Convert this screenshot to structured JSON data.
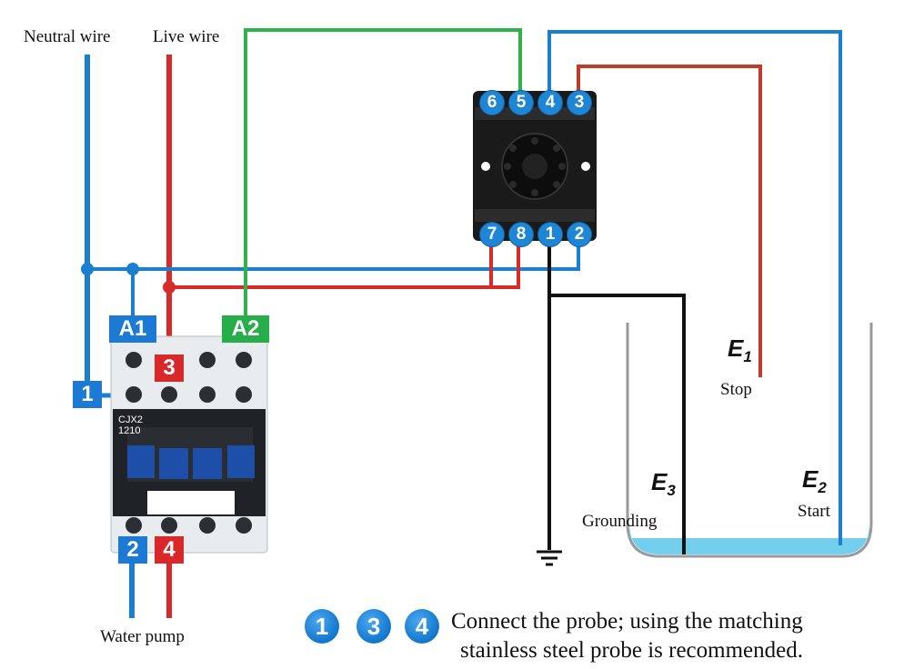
{
  "labels": {
    "neutral_wire": "Neutral wire",
    "live_wire": "Live wire",
    "water_pump": "Water pump",
    "stop": "Stop",
    "start": "Start",
    "grounding": "Grounding"
  },
  "probes": {
    "e1": {
      "letter": "E",
      "sub": "1"
    },
    "e2": {
      "letter": "E",
      "sub": "2"
    },
    "e3": {
      "letter": "E",
      "sub": "3"
    }
  },
  "contactor": {
    "a1": "A1",
    "a2": "A2",
    "t1": "1",
    "t2": "2",
    "t3": "3",
    "t4": "4",
    "model_line1": "CJX2",
    "model_line2": "1210"
  },
  "relay_pins": {
    "top": [
      "6",
      "5",
      "4",
      "3"
    ],
    "bottom": [
      "7",
      "8",
      "1",
      "2"
    ]
  },
  "note": {
    "numbers": [
      "1",
      "3",
      "4"
    ],
    "line1": "Connect the probe; using the matching",
    "line2": "stainless steel probe is recommended."
  },
  "colors": {
    "blue_wire": "#1b7fd0",
    "red_wire": "#d92a2a",
    "green_wire": "#2db34a",
    "black_wire": "#111111",
    "water": "#5cc6ea",
    "badge_blue": "#1c7ad4",
    "badge_red": "#d8282a",
    "badge_green": "#27ad4a"
  }
}
